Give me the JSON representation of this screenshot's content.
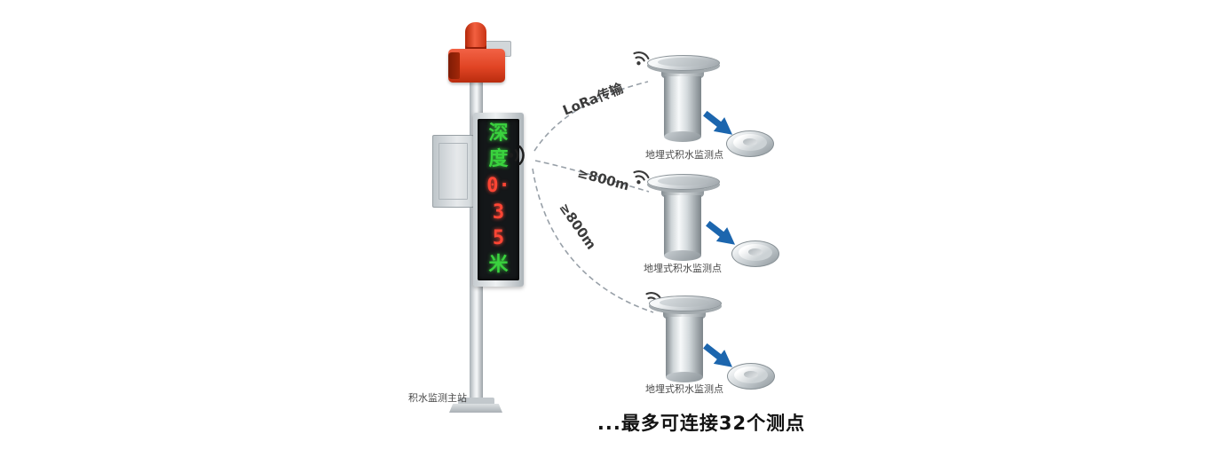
{
  "station": {
    "label": "积水监测主站",
    "display_rows": [
      {
        "text": "深",
        "color": "#3ad23e"
      },
      {
        "text": "度",
        "color": "#3ad23e"
      },
      {
        "text": "0·",
        "color": "#ff4534"
      },
      {
        "text": "3",
        "color": "#ff4534"
      },
      {
        "text": "5",
        "color": "#ff4534"
      },
      {
        "text": "米",
        "color": "#3ad23e"
      }
    ]
  },
  "links": [
    {
      "label": "LoRa传输"
    },
    {
      "label": "≥800m"
    },
    {
      "label": "≥800m"
    }
  ],
  "sensors": [
    {
      "label": "地埋式积水监测点"
    },
    {
      "label": "地埋式积水监测点"
    },
    {
      "label": "地埋式积水监测点"
    }
  ],
  "footer": {
    "text": "...最多可连接32个测点"
  },
  "colors": {
    "alarm_red": "#e04424",
    "led_green": "#3ad23e",
    "led_red": "#ff4534",
    "arrow_blue": "#1c66ae",
    "curve_gray": "#98a0a8"
  }
}
